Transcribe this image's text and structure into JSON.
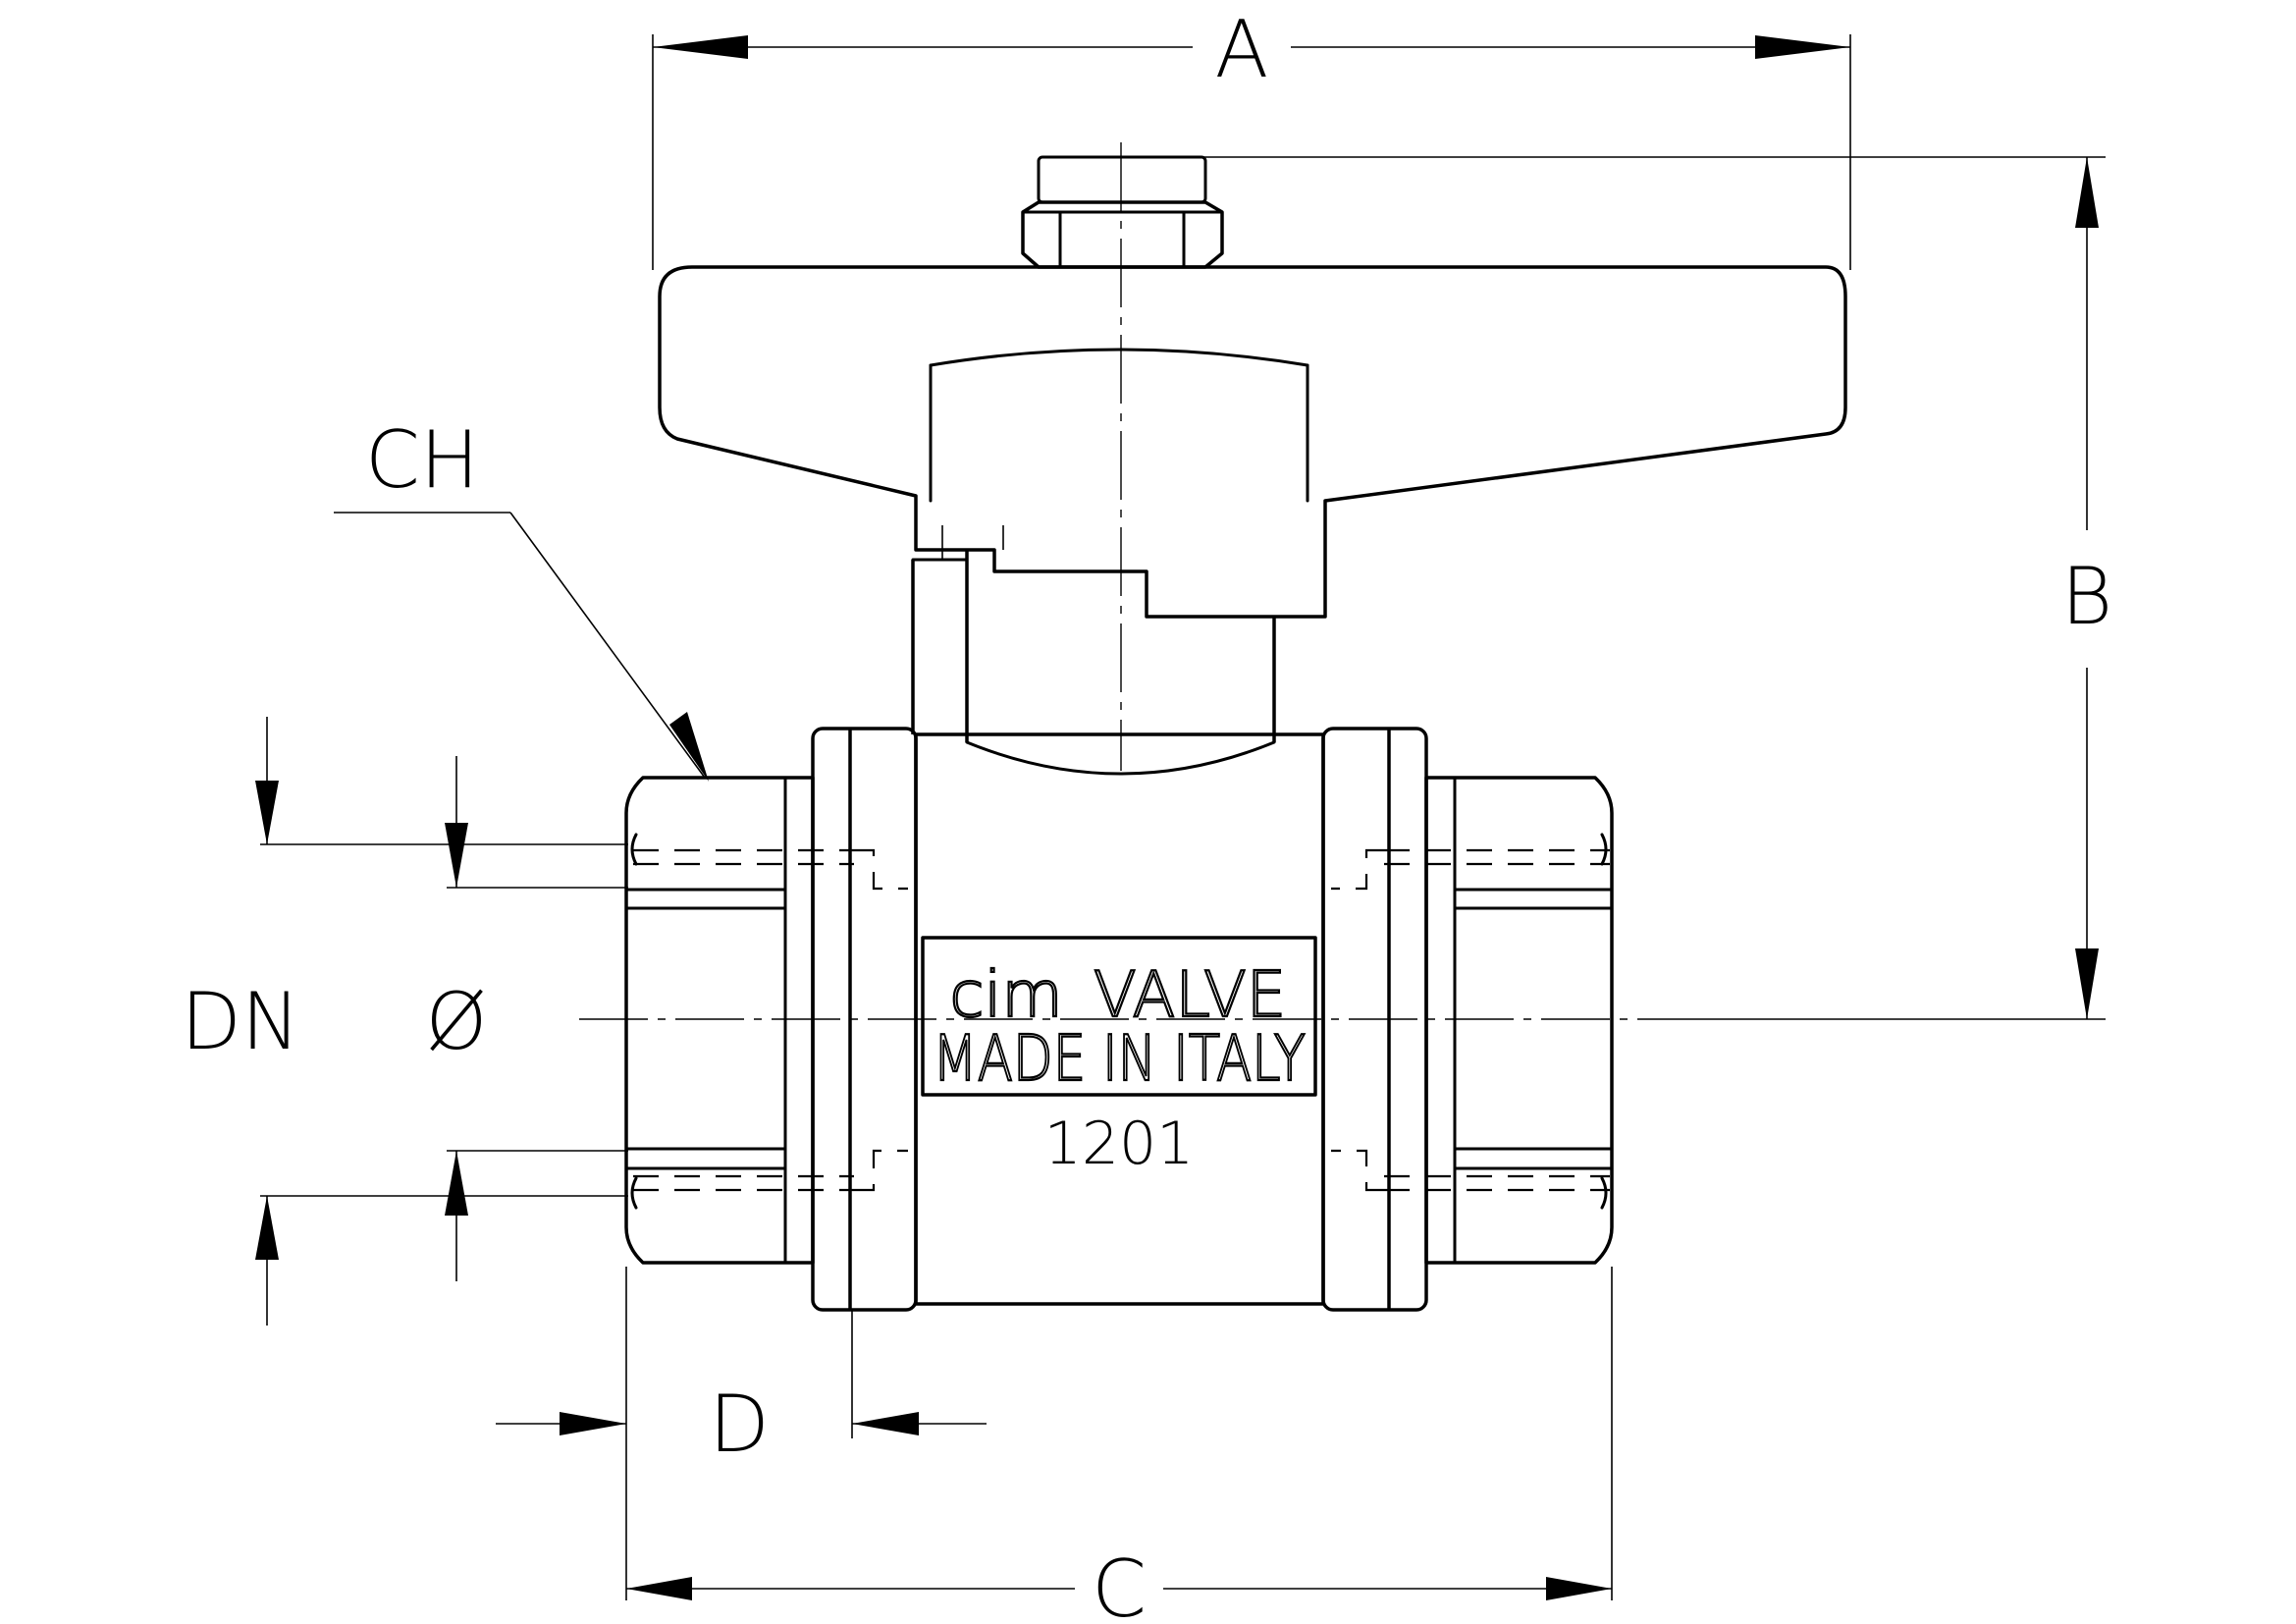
{
  "dimensions": {
    "A": "A",
    "B": "B",
    "C": "C",
    "D": "D",
    "CH": "CH",
    "DN": "DN",
    "diameter": "Ø"
  },
  "body_marking": {
    "brand": "cim",
    "brand_suffix": "VALVE",
    "origin": "MADE IN ITALY",
    "model": "1201"
  }
}
